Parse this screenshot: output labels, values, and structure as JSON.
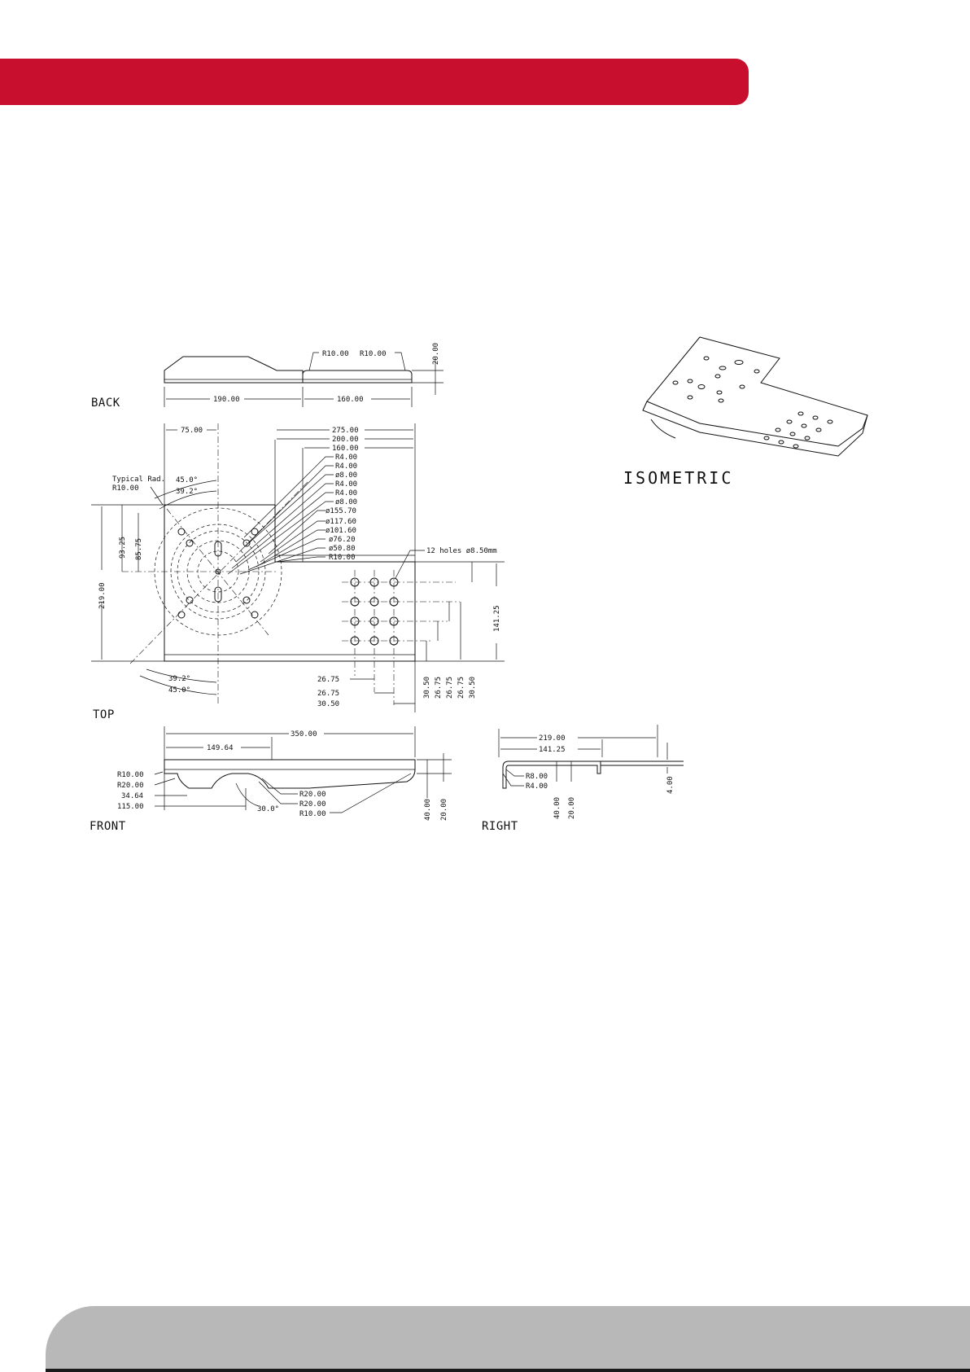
{
  "colors": {
    "header": "#c8102e",
    "footer": "#b8b8b8"
  },
  "views": {
    "back": "BACK",
    "top": "TOP",
    "front": "FRONT",
    "right": "RIGHT",
    "isometric": "ISOMETRIC"
  },
  "back_dims": {
    "r1": "R10.00",
    "r2": "R10.00",
    "h": "20.00",
    "w1": "190.00",
    "w2": "160.00"
  },
  "top_dims": {
    "d75": "75.00",
    "d275": "275.00",
    "d200": "200.00",
    "d160": "160.00",
    "callouts": [
      "R4.00",
      "R4.00",
      "ø8.00",
      "R4.00",
      "R4.00",
      "ø8.00",
      "ø155.70",
      "ø117.60",
      "ø101.60",
      "ø76.20",
      "ø50.80",
      "R10.00"
    ],
    "typical": "Typical Rad.",
    "typical_r": "R10.00",
    "a45": "45.0°",
    "a39": "39.2°",
    "a39b": "39.2°",
    "a45b": "45.0°",
    "v93": "93.25",
    "v85": "85.75",
    "v219": "219.00",
    "holes": "12 holes ø8.50mm",
    "v141": "141.25",
    "h1": "26.75",
    "h2": "26.75",
    "h3": "30.50",
    "vert": [
      "30.50",
      "26.75",
      "26.75",
      "26.75",
      "30.50"
    ]
  },
  "front_dims": {
    "w350": "350.00",
    "w149": "149.64",
    "r10": "R10.00",
    "r20": "R20.00",
    "d34": "34.64",
    "d115": "115.00",
    "ang": "30.0°",
    "rr20a": "R20.00",
    "rr20b": "R20.00",
    "rr10": "R10.00",
    "h40": "40.00",
    "h20": "20.00"
  },
  "right_dims": {
    "w219": "219.00",
    "w141": "141.25",
    "r8": "R8.00",
    "r4": "R4.00",
    "h40": "40.00",
    "h20": "20.00",
    "h4": "4.00"
  }
}
